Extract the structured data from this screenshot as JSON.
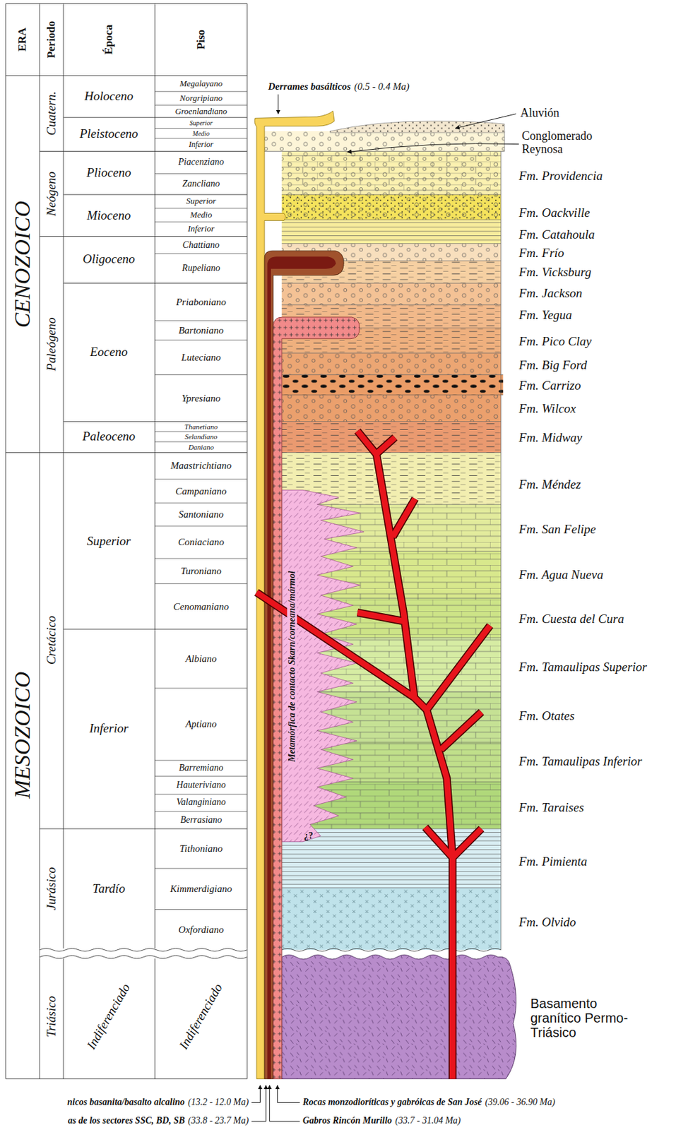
{
  "diagram": {
    "labels": [
      "ERA",
      "Periodo",
      "Época",
      "Piso",
      "CENOZOICO",
      "MESOZOICO",
      "Cuatern.",
      "Neógeno",
      "Paleógeno",
      "Cretácico",
      "Jurásico",
      "Triásico",
      "Holoceno",
      "Pleistoceno",
      "Plioceno",
      "Mioceno",
      "Oligoceno",
      "Eoceno",
      "Paleoceno",
      "Superior",
      "Inferior",
      "Tardío",
      "Indiferenciado",
      "Megalayano",
      "Norgripiano",
      "Groenlandiano",
      "Superior",
      "Medio",
      "Inferior",
      "Piacenziano",
      "Zancliano",
      "Superior",
      "Medio",
      "Inferior",
      "Chattiano",
      "Rupeliano",
      "Priaboniano",
      "Bartoniano",
      "Luteciano",
      "Ypresiano",
      "Thanetiano",
      "Selandiano",
      "Daniano",
      "Maastrichtiano",
      "Campaniano",
      "Santoniano",
      "Coniaciano",
      "Turoniano",
      "Cenomaniano",
      "Albiano",
      "Aptiano",
      "Barremiano",
      "Hauteriviano",
      "Valanginiano",
      "Berrasiano",
      "Tithoniano",
      "Kimmerdigiano",
      "Oxfordiano",
      "Indiferenciado",
      "Derrames basálticos",
      "(0.5 - 0.4 Ma)",
      "Aluvión",
      "Conglomerado Reynosa",
      "Fm. Providencia",
      "Fm. Oackville",
      "Fm. Catahoula",
      "Fm. Frío",
      "Fm. Vicksburg",
      "Fm. Jackson",
      "Fm. Yegua",
      "Fm. Pico Clay",
      "Fm. Big Ford",
      "Fm. Carrizo",
      "Fm. Wilcox",
      "Fm. Midway",
      "Fm. Méndez",
      "Fm. San Felipe",
      "Fm. Agua Nueva",
      "Fm. Cuesta del Cura",
      "Fm. Tamaulipas Superior",
      "Fm. Otates",
      "Fm. Tamaulipas Inferior",
      "Fm. Taraises",
      "Fm. Pimienta",
      "Fm. Olvido",
      "Basamento granítico Permo-Triásico",
      "Metamórfica de contacto Skarn/corneana/mármol",
      "¿?",
      "nicos basanita/basalto alcalino",
      "(13.2 - 12.0 Ma)",
      "as de los sectores SSC, BD, SB",
      "(33.8 - 23.7 Ma)",
      "Rocas monzodioríticas y gabróicas de San José",
      "(39.06 - 36.90 Ma)",
      "Gabros Rincón Murillo",
      "(33.7 - 31.04 Ma)"
    ]
  }
}
